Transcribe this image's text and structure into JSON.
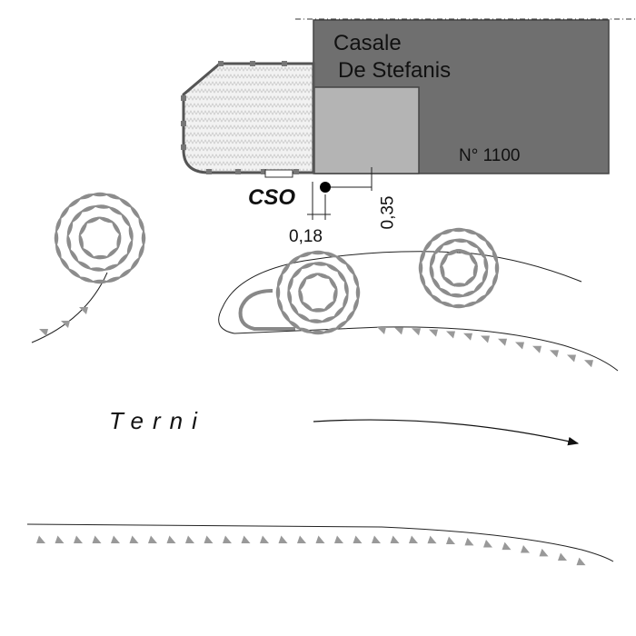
{
  "building": {
    "name_line1": "Casale",
    "name_line2": "De  Stefanis",
    "civic_number": "N° 1100"
  },
  "survey_point": {
    "label": "CSO",
    "offset_horizontal": "0,18",
    "offset_vertical": "0,35"
  },
  "road": {
    "name": "Terni",
    "direction_arrow": "arrow-right-icon"
  },
  "colors": {
    "building_dark": "#6f6f6f",
    "building_light": "#b4b4b4",
    "tree_foliage": "#8c8c8c",
    "edge_marks": "#999999",
    "line": "#222222"
  }
}
